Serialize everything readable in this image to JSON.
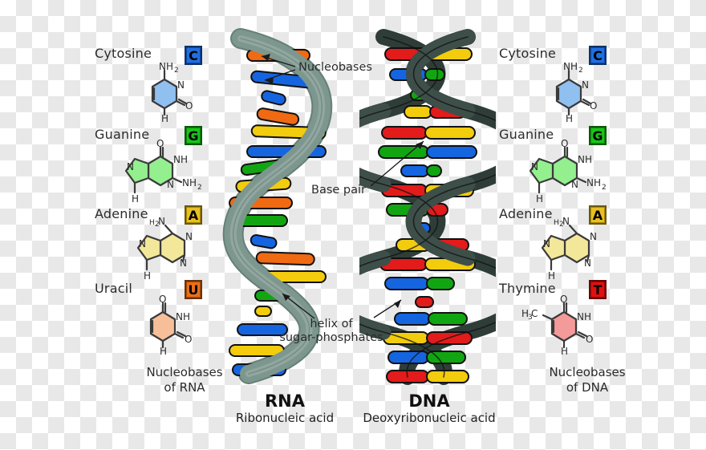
{
  "figure": {
    "title_hidden": "RNA and DNA nucleobases comparison diagram"
  },
  "left_column": {
    "caption_line1": "Nucleobases",
    "caption_line2": "of RNA",
    "bases": [
      {
        "name": "Cytosine",
        "letter": "C",
        "badge_color": "#1f6fe0",
        "ring_color": "#8fc0ef",
        "atoms": [
          "NH",
          "N",
          "O",
          "H"
        ]
      },
      {
        "name": "Guanine",
        "letter": "G",
        "badge_color": "#18c418",
        "ring_color": "#94ef8f",
        "atoms": [
          "O",
          "NH",
          "N",
          "NH",
          "H"
        ]
      },
      {
        "name": "Adenine",
        "letter": "A",
        "badge_color": "#e8c020",
        "ring_color": "#f3e79a",
        "atoms": [
          "H",
          "N",
          "N",
          "N",
          "H"
        ]
      },
      {
        "name": "Uracil",
        "letter": "U",
        "badge_color": "#e8701a",
        "ring_color": "#f6bf9a",
        "atoms": [
          "O",
          "NH",
          "O",
          "H"
        ]
      }
    ]
  },
  "right_column": {
    "caption_line1": "Nucleobases",
    "caption_line2": "of DNA",
    "bases": [
      {
        "name": "Cytosine",
        "letter": "C",
        "badge_color": "#1f6fe0",
        "ring_color": "#8fc0ef",
        "atoms": [
          "NH",
          "N",
          "O",
          "H"
        ]
      },
      {
        "name": "Guanine",
        "letter": "G",
        "badge_color": "#18c418",
        "ring_color": "#94ef8f",
        "atoms": [
          "O",
          "NH",
          "N",
          "NH",
          "H"
        ]
      },
      {
        "name": "Adenine",
        "letter": "A",
        "badge_color": "#e8c020",
        "ring_color": "#f3e79a",
        "atoms": [
          "H",
          "N",
          "N",
          "N",
          "H"
        ]
      },
      {
        "name": "Thymine",
        "letter": "T",
        "badge_color": "#e01010",
        "ring_color": "#f49a9a",
        "atoms": [
          "O",
          "NH",
          "O",
          "H",
          "CH3"
        ]
      }
    ]
  },
  "molecules": {
    "rna": {
      "title": "RNA",
      "subtitle": "Ribonucleic acid"
    },
    "dna": {
      "title": "DNA",
      "subtitle": "Deoxyribonucleic acid"
    }
  },
  "callouts": {
    "nucleobases": "Nucleobases",
    "base_pair": "Base pair",
    "helix_line1": "helix of",
    "helix_line2": "sugar-phosphates"
  },
  "colors": {
    "rna_backbone": "#7d978f",
    "rna_backbone_dark": "#5e7a71",
    "dna_backbone": "#3e4f4a",
    "base_red": "#e21b1b",
    "base_yellow": "#f2cc0d",
    "base_blue": "#1565e0",
    "base_green": "#12a512",
    "base_orange": "#ef6a13",
    "outline": "#111111"
  },
  "superscripts": {
    "amine": "2",
    "methyl": "3"
  }
}
